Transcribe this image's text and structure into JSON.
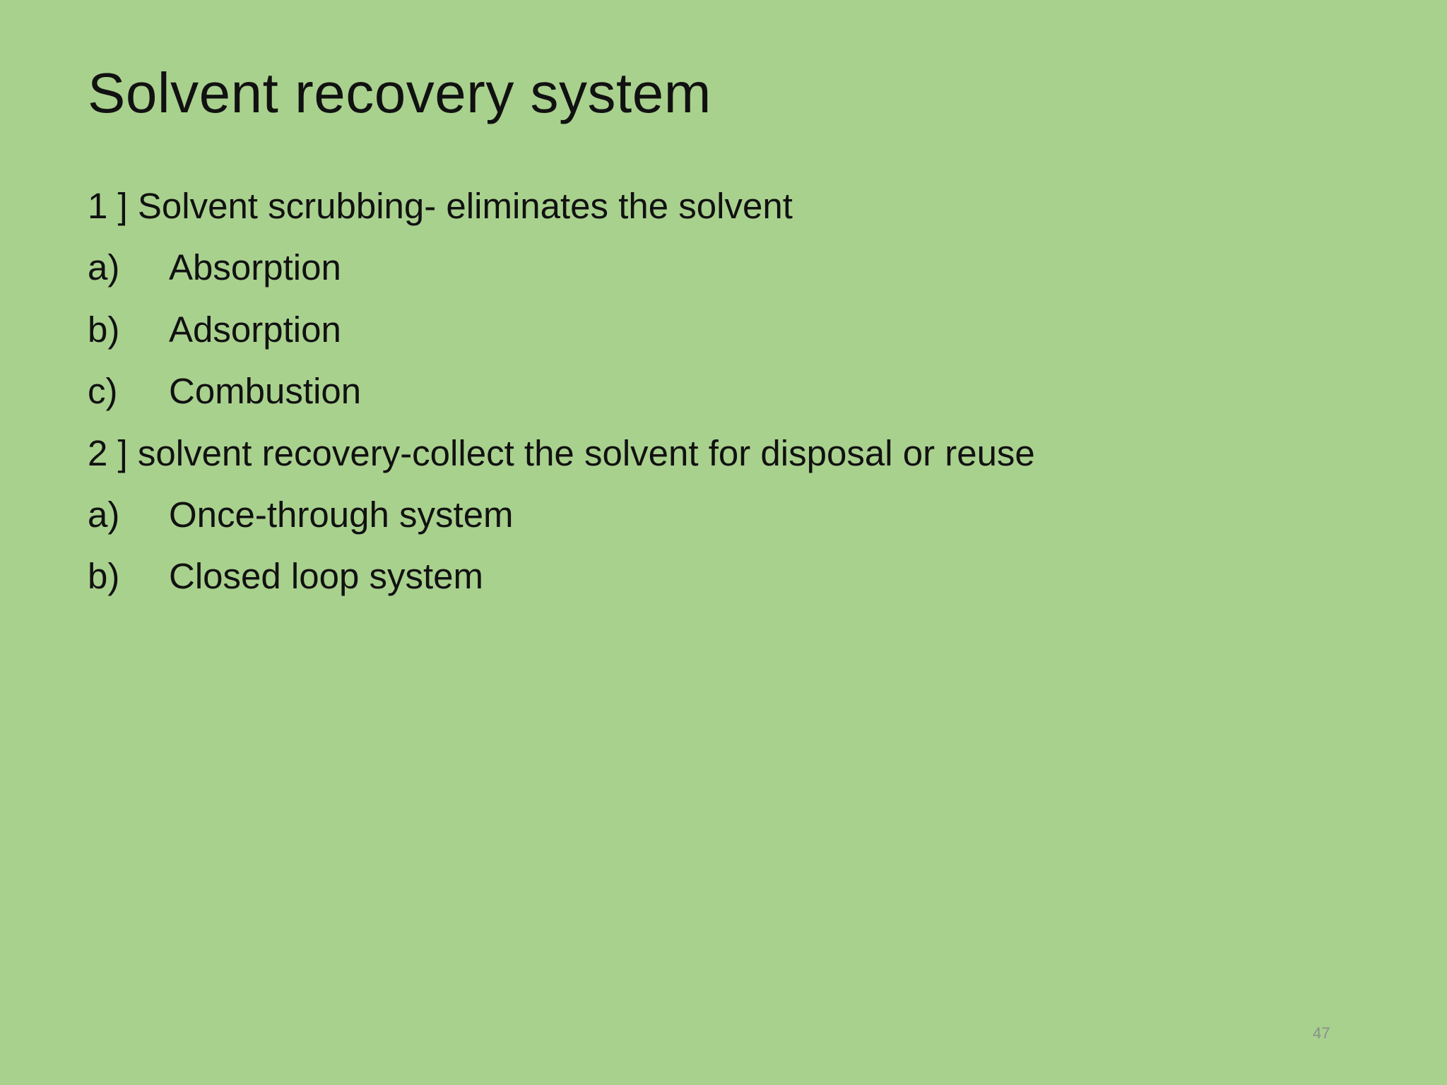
{
  "slide": {
    "title": "Solvent recovery system",
    "sections": [
      {
        "heading": "1 ] Solvent scrubbing- eliminates the solvent",
        "items": [
          {
            "marker": "a)",
            "text": "Absorption"
          },
          {
            "marker": "b)",
            "text": "Adsorption"
          },
          {
            "marker": "c)",
            "text": "Combustion"
          }
        ]
      },
      {
        "heading": "2 ] solvent recovery-collect the solvent for disposal or reuse",
        "items": [
          {
            "marker": "a)",
            "text": "Once-through system"
          },
          {
            "marker": "b)",
            "text": "Closed loop system"
          }
        ]
      }
    ],
    "page_number": "47",
    "background_color": "#a9d18e"
  }
}
